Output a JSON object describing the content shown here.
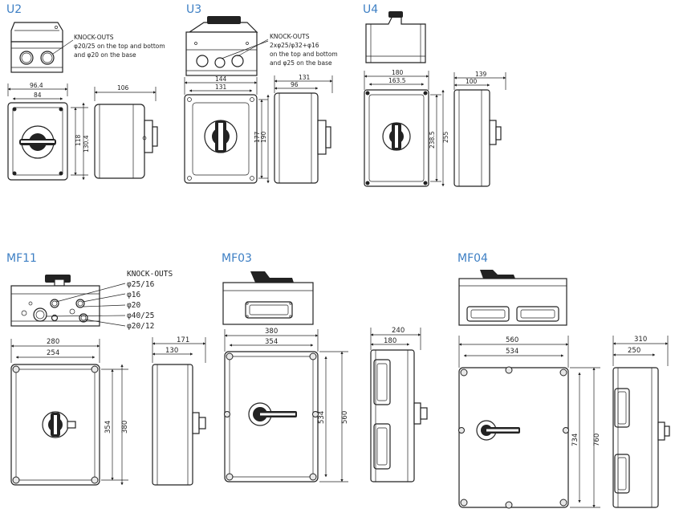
{
  "colors": {
    "title": "#3d7fc4",
    "line": "#222222"
  },
  "u2": {
    "title": "U2",
    "knockout_title": "KNOCK-OUTS",
    "knockout_line1": "φ20/25 on the top and bottom",
    "knockout_line2": "and φ20 on the base",
    "w_outer": "96.4",
    "w_inner": "84",
    "h_inner": "118",
    "h_outer": "130.4",
    "depth": "106"
  },
  "u3": {
    "title": "U3",
    "knockout_title": "KNOCK-OUTS",
    "knockout_line1": "2xφ25/φ32+φ16",
    "knockout_line2": "on the top and bottom",
    "knockout_line3": "and φ25 on the base",
    "w_outer": "144",
    "w_inner": "131",
    "h_inner": "177",
    "h_outer": "190",
    "depth_outer": "131",
    "depth_inner": "96"
  },
  "u4": {
    "title": "U4",
    "w_outer": "180",
    "w_inner": "163.5",
    "h_inner": "238.5",
    "h_outer": "255",
    "depth_outer": "139",
    "depth_inner": "100"
  },
  "mf11": {
    "title": "MF11",
    "knockout_title": "KNOCK-OUTS",
    "ko1": "φ25/16",
    "ko2": "φ16",
    "ko3": "φ20",
    "ko4": "φ40/25",
    "ko5": "φ20/12",
    "w_outer": "280",
    "w_inner": "254",
    "h_inner": "354",
    "h_outer": "380",
    "depth_outer": "171",
    "depth_inner": "130"
  },
  "mf03": {
    "title": "MF03",
    "w_outer": "380",
    "w_inner": "354",
    "h_inner": "534",
    "h_outer": "560",
    "depth_outer": "240",
    "depth_inner": "180"
  },
  "mf04": {
    "title": "MF04",
    "w_outer": "560",
    "w_inner": "534",
    "h_inner": "734",
    "h_outer": "760",
    "depth_outer": "310",
    "depth_inner": "250"
  }
}
